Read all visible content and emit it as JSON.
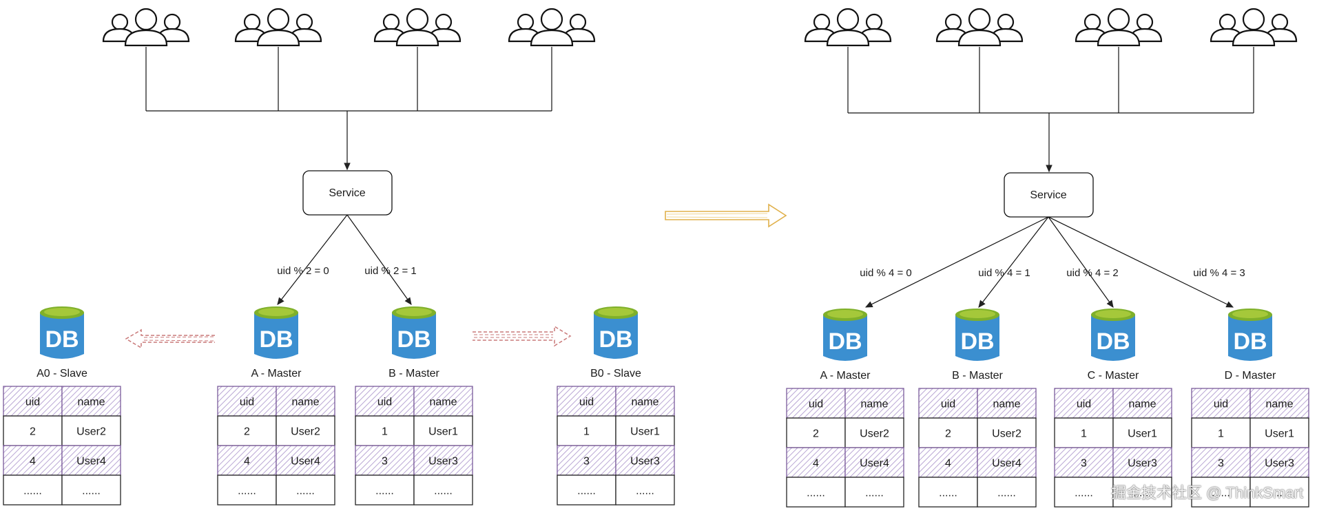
{
  "left": {
    "service": "Service",
    "edges": [
      "uid % 2 = 0",
      "uid % 2 = 1"
    ],
    "databases": [
      {
        "label": "A0 - Slave",
        "icon": "DB",
        "rows": [
          [
            "uid",
            "name"
          ],
          [
            "2",
            "User2"
          ],
          [
            "4",
            "User4"
          ],
          [
            "......",
            "......"
          ]
        ]
      },
      {
        "label": "A - Master",
        "icon": "DB",
        "rows": [
          [
            "uid",
            "name"
          ],
          [
            "2",
            "User2"
          ],
          [
            "4",
            "User4"
          ],
          [
            "......",
            "......"
          ]
        ]
      },
      {
        "label": "B - Master",
        "icon": "DB",
        "rows": [
          [
            "uid",
            "name"
          ],
          [
            "1",
            "User1"
          ],
          [
            "3",
            "User3"
          ],
          [
            "......",
            "......"
          ]
        ]
      },
      {
        "label": "B0 - Slave",
        "icon": "DB",
        "rows": [
          [
            "uid",
            "name"
          ],
          [
            "1",
            "User1"
          ],
          [
            "3",
            "User3"
          ],
          [
            "......",
            "......"
          ]
        ]
      }
    ]
  },
  "right": {
    "service": "Service",
    "edges": [
      "uid % 4 = 0",
      "uid % 4 = 1",
      "uid % 4 = 2",
      "uid % 4 = 3"
    ],
    "databases": [
      {
        "label": "A - Master",
        "icon": "DB",
        "rows": [
          [
            "uid",
            "name"
          ],
          [
            "2",
            "User2"
          ],
          [
            "4",
            "User4"
          ],
          [
            "......",
            "......"
          ]
        ]
      },
      {
        "label": "B - Master",
        "icon": "DB",
        "rows": [
          [
            "uid",
            "name"
          ],
          [
            "2",
            "User2"
          ],
          [
            "4",
            "User4"
          ],
          [
            "......",
            "......"
          ]
        ]
      },
      {
        "label": "C - Master",
        "icon": "DB",
        "rows": [
          [
            "uid",
            "name"
          ],
          [
            "1",
            "User1"
          ],
          [
            "3",
            "User3"
          ],
          [
            "......",
            "......"
          ]
        ]
      },
      {
        "label": "D - Master",
        "icon": "DB",
        "rows": [
          [
            "uid",
            "name"
          ],
          [
            "1",
            "User1"
          ],
          [
            "3",
            "User3"
          ],
          [
            "......",
            "......"
          ]
        ]
      }
    ]
  },
  "watermark": "掘金技术社区 @ ThinkSmart",
  "colors": {
    "db_body": "#3b8fd0",
    "db_top": "#a5c83a",
    "replication_arrow": "#c97878",
    "transition_arrow": "#e6c36a",
    "header_hatch": "#8c6fb0"
  }
}
